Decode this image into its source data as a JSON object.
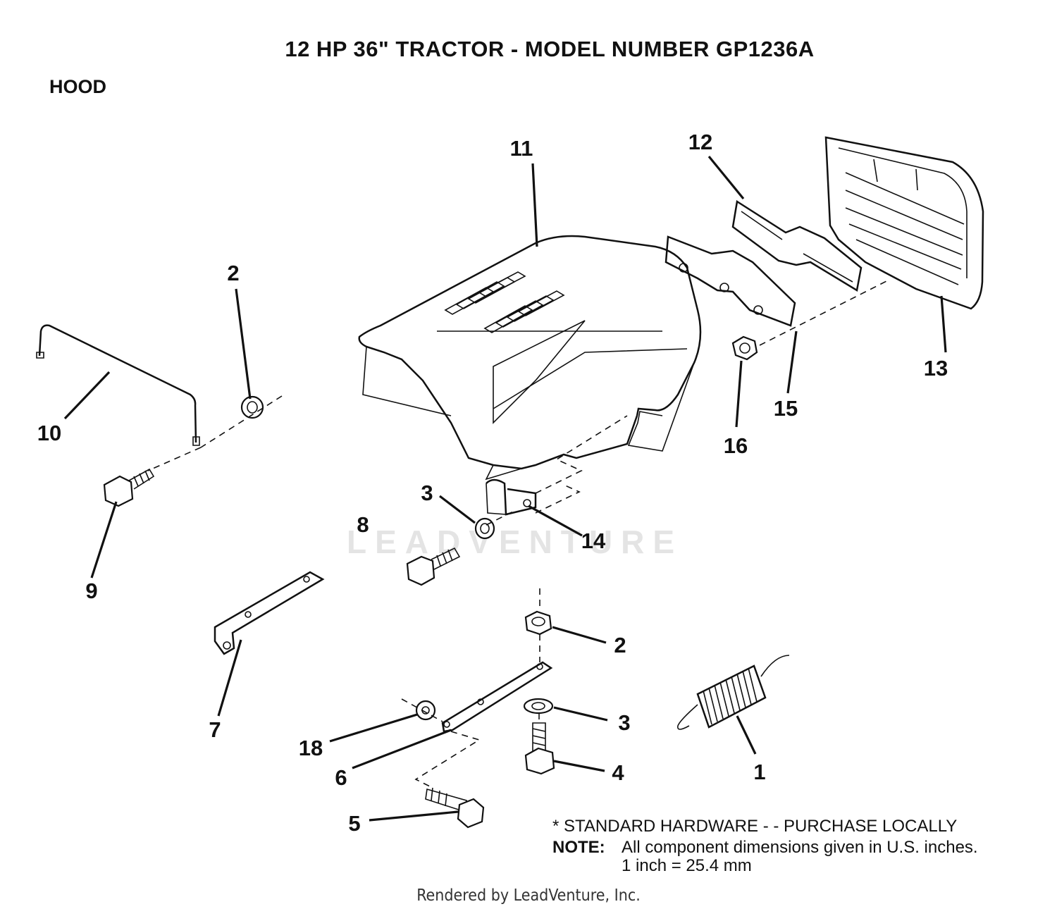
{
  "title": "12 HP  36\"  TRACTOR  - MODEL NUMBER GP1236A",
  "section": "HOOD",
  "callouts": {
    "c1": "1",
    "c2a": "2",
    "c2b": "2",
    "c3a": "3",
    "c3b": "3",
    "c4": "4",
    "c5": "5",
    "c6": "6",
    "c7": "7",
    "c8": "8",
    "c9": "9",
    "c10": "10",
    "c11": "11",
    "c12": "12",
    "c13": "13",
    "c14": "14",
    "c15": "15",
    "c16": "16",
    "c18": "18"
  },
  "watermark": "LEADVENTURE",
  "notes": {
    "standard_hardware": "* STANDARD HARDWARE - - PURCHASE LOCALLY",
    "note_label": "NOTE:",
    "note_text": "All component dimensions given in U.S. inches.",
    "note_conversion": "1 inch = 25.4 mm"
  },
  "footer": "Rendered by LeadVenture, Inc."
}
